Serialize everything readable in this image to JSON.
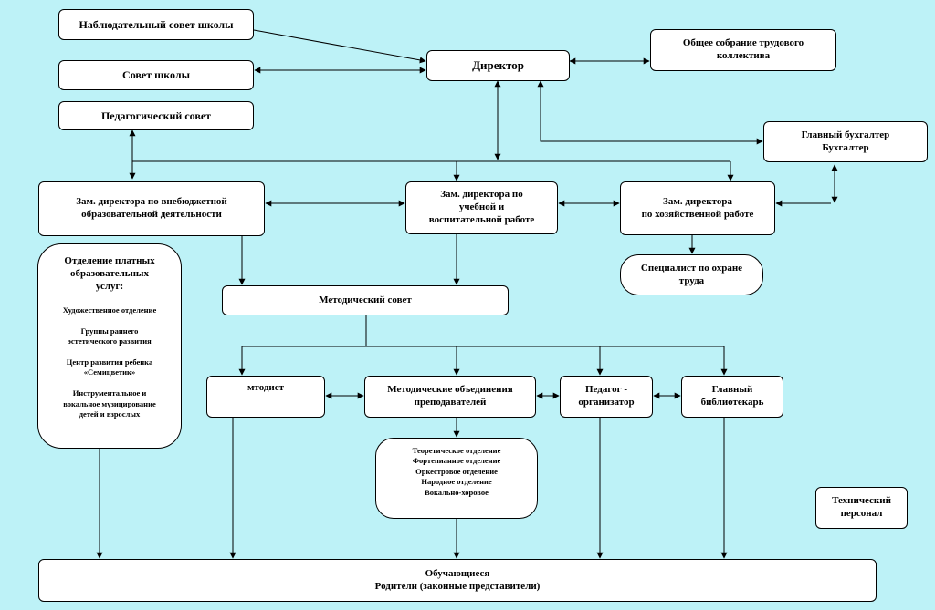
{
  "boxes": {
    "observers": "Наблюдательный совет школы",
    "school_council": "Совет школы",
    "ped_council": "Педагогический совет",
    "director": "Директор",
    "general_meeting": "Общее собрание трудового\nколлектива",
    "chief_accountant": "Главный бухгалтер\nБухгалтер",
    "deputy_extra": "Зам. директора по внебюджетной\nобразовательной деятельности",
    "deputy_edu": "Зам. директора по\nучебной и\nвоспитательной работе",
    "deputy_econ": "Зам. директора\nпо хозяйственной работе",
    "labor_specialist": "Специалист по охране\nтруда",
    "method_council": "Методический совет",
    "methodist": "мтодист",
    "method_assoc": "Методические объединения\nпреподавателей",
    "organizer": "Педагог -\nорганизатор",
    "librarian": "Главный\nбиблиотекарь",
    "tech_staff": "Технический\nперсонал",
    "students": "Обучающиеся\nРодители (законные представители)"
  },
  "paid_dept": {
    "title": "Отделение платных\nобразовательных\nуслуг:",
    "items": [
      "Художественное отделение",
      "Группы раннего\nэстетического развития",
      "Центр развития ребенка\n«Семицветик»",
      "Инструментальное и\nвокальное  музицирование\nдетей и взрослых"
    ]
  },
  "departments": [
    "Теоретическое отделение",
    "Фортепианное отделение",
    "Оркестровое отделение",
    "Народное отделение",
    "Вокально-хоровое"
  ]
}
